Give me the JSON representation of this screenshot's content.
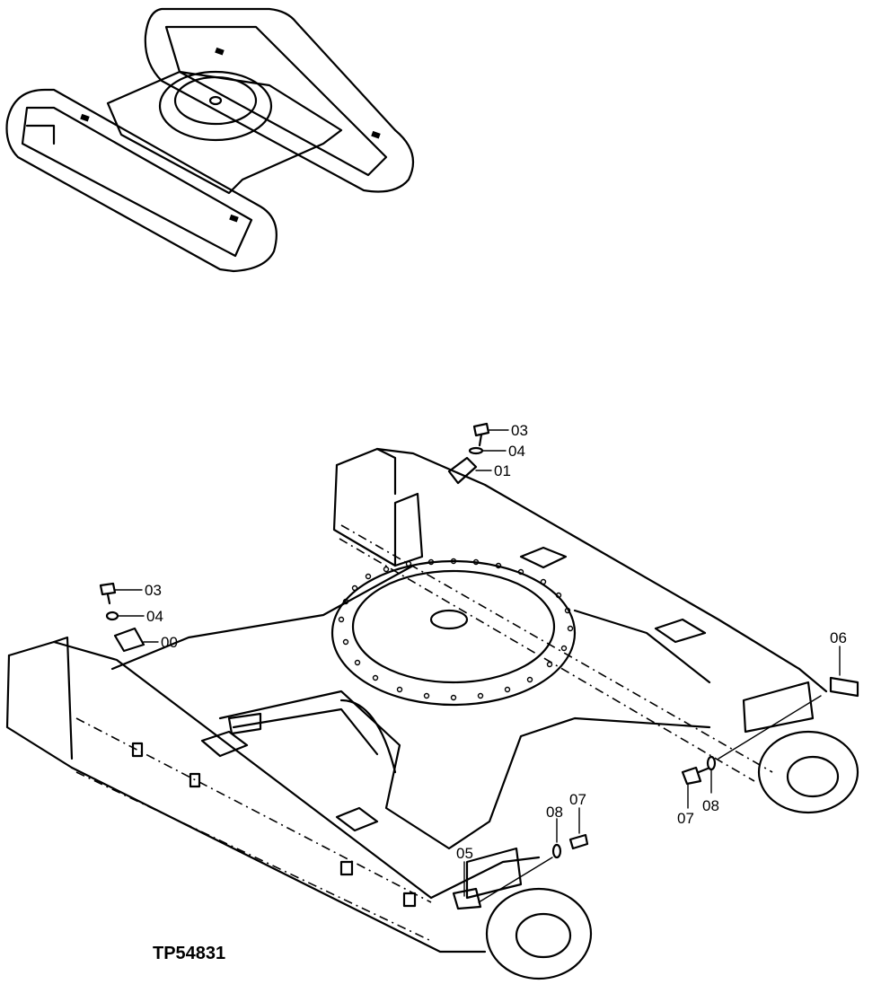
{
  "figure_id": "TP54831",
  "callouts": {
    "c00": "00",
    "c01": "01",
    "c03a": "03",
    "c04a": "04",
    "c03b": "03",
    "c04b": "04",
    "c05": "05",
    "c06": "06",
    "c07a": "07",
    "c08a": "08",
    "c07b": "07",
    "c08b": "08"
  }
}
